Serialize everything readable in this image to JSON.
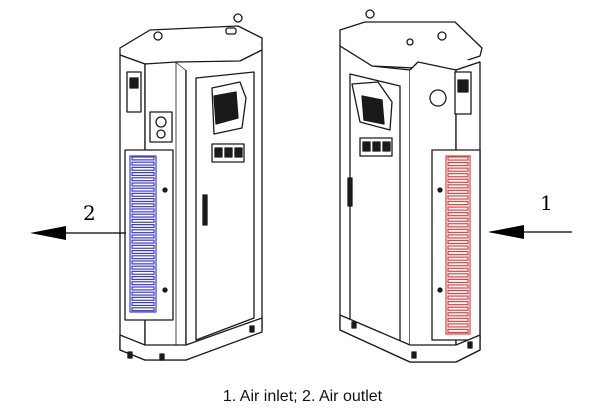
{
  "figure": {
    "caption": "1. Air inlet; 2. Air outlet",
    "callouts": [
      {
        "id": "1",
        "text": "1"
      },
      {
        "id": "2",
        "text": "2"
      }
    ],
    "colors": {
      "outline": "#1a1a1a",
      "outlet_vent": "#3b3bdc",
      "inlet_vent": "#e04040",
      "background": "#ffffff"
    }
  }
}
